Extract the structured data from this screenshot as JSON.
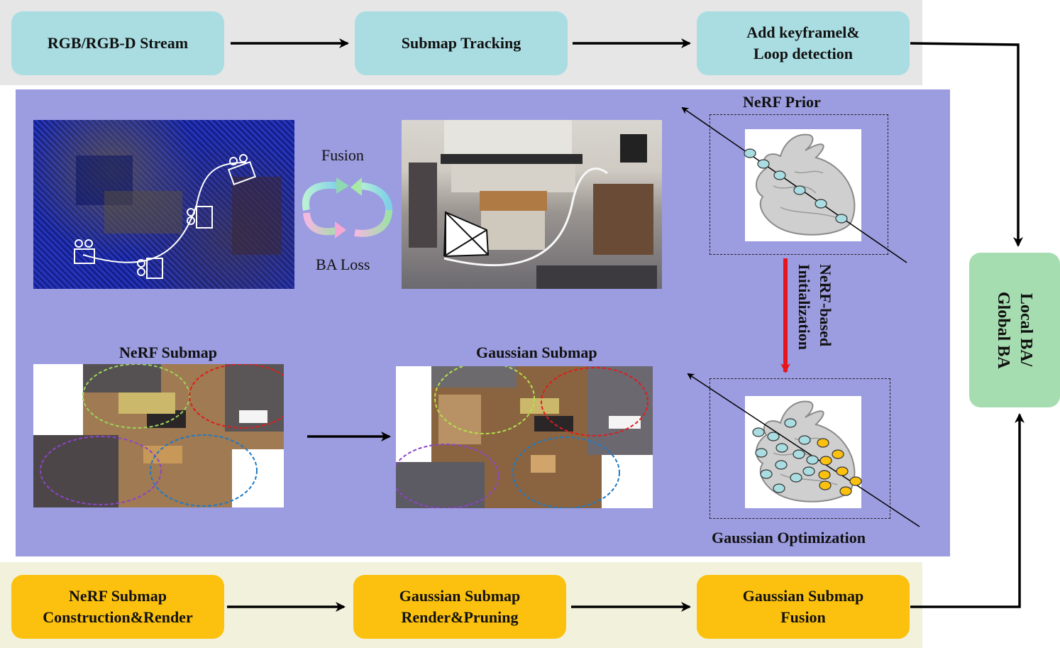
{
  "pipeline": {
    "top": [
      "RGB/RGB-D Stream",
      "Submap Tracking",
      "Add keyframel&\nLoop detection"
    ],
    "bottom": [
      "NeRF Submap\nConstruction&Render",
      "Gaussian Submap\nRender&Pruning",
      "Gaussian Submap\nFusion"
    ],
    "side": "Local BA/\nGlobal BA"
  },
  "middle": {
    "fusion_label": "Fusion",
    "ba_loss_label": "BA Loss",
    "nerf_prior_label": "NeRF Prior",
    "nerf_init_label": "NeRF-based\nInitialization",
    "nerf_submap_label": "NeRF Submap",
    "gaussian_submap_label": "Gaussian Submap",
    "gaussian_opt_label": "Gaussian Optimization"
  },
  "colors": {
    "top_band": "#e6e6e6",
    "middle_panel": "#9c9ce0",
    "bottom_band": "#f2f2dc",
    "cyan_box": "#a9dde2",
    "orange_box": "#fcc10e",
    "green_box": "#a6ddb0",
    "init_arrow": "#e8141c"
  }
}
